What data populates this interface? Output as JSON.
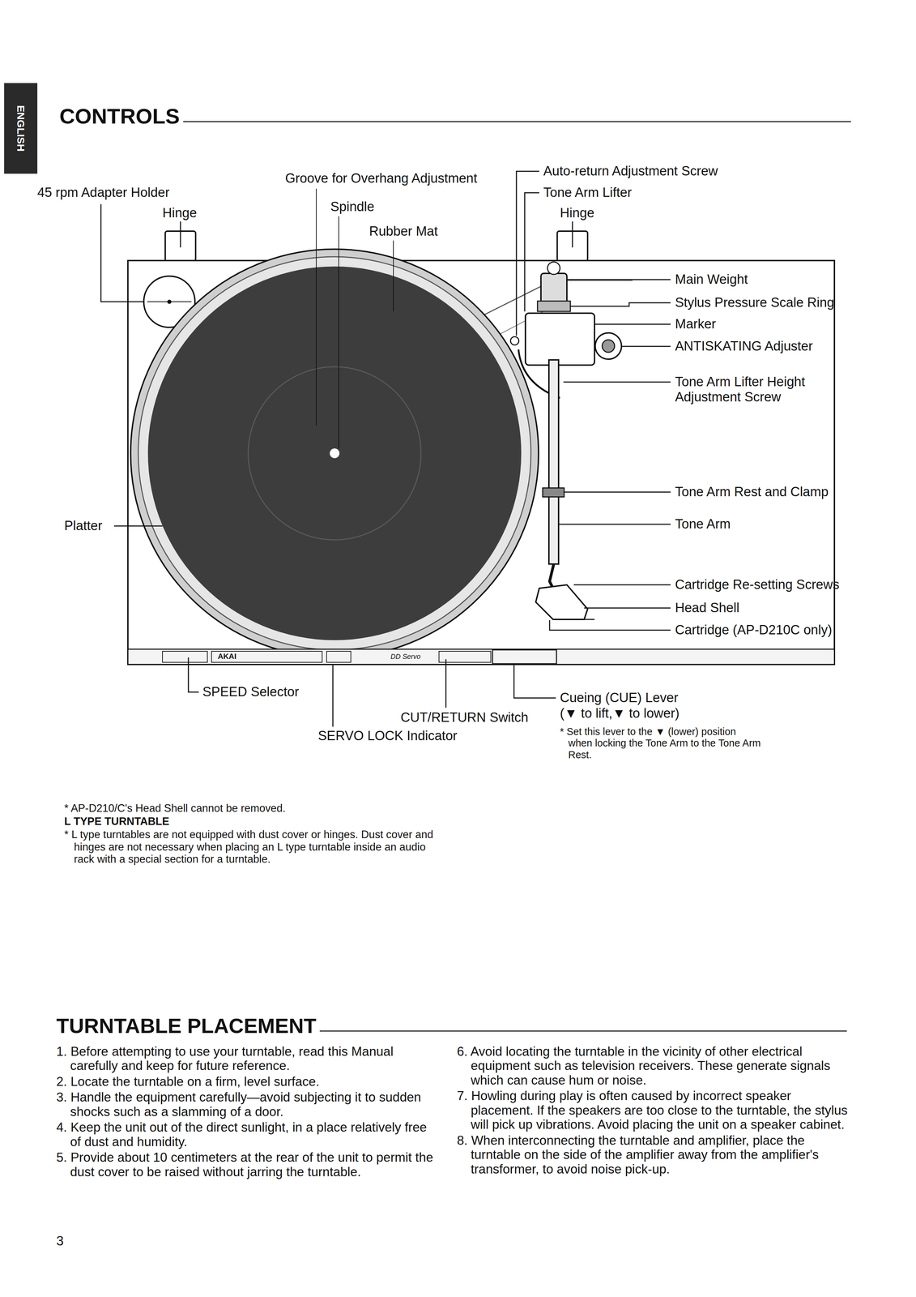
{
  "diagram": {
    "title": "CONTROLS",
    "labels": [
      "ENGLISH",
      "45 rpm Adapter Holder",
      "Hinge",
      "Groove for Overhang Adjustment",
      "Spindle",
      "Rubber Mat",
      "Auto-return Adjustment Screw",
      "Tone Arm Lifter",
      "Hinge",
      "Main Weight",
      "Stylus Pressure Scale Ring",
      "Marker",
      "ANTISKATING Adjuster",
      "Tone Arm Lifter Height Adjustment Screw",
      "Tone Arm Rest and Clamp",
      "Platter",
      "Tone Arm",
      "Cartridge Re-setting Screws",
      "Head Shell",
      "Cartridge (AP-D210C only)",
      "AKAI",
      "DD Servo",
      "SPEED Selector",
      "CUT/RETURN Switch",
      "SERVO LOCK Indicator",
      "Cueing (CUE) Lever",
      "(▼ to lift,▼ to lower)",
      "* Set this lever to the ▼ (lower) position when locking the Tone Arm to the Tone Arm Rest.",
      "* AP-D210/C's Head Shell cannot be removed.",
      "L TYPE TURNTABLE",
      "* L type turntables are not equipped with dust cover or hinges. Dust cover and hinges are not necessary when placing an L type turntable inside an audio rack with a special section for a turntable.",
      "TURNTABLE PLACEMENT",
      "1. Before attempting to use your turntable, read this Manual carefully and keep for future reference.",
      "2. Locate the turntable on a firm, level surface.",
      "3. Handle the equipment carefully—avoid subjecting it to sudden shocks such as a slamming of a door.",
      "4. Keep the unit out of the direct sunlight, in a place relatively free of dust and humidity.",
      "5. Provide about 10 centimeters at the rear of the unit to permit the dust cover to be raised without jarring the turntable.",
      "6. Avoid locating the turntable in the vicinity of other electrical equipment such as television receivers. These generate signals which can cause hum or noise.",
      "7. Howling during play is often caused by incorrect speaker placement. If the speakers are too close to the turntable, the stylus will pick up vibrations. Avoid placing the unit on a speaker cabinet.",
      "8. When interconnecting the turntable and amplifier, place the turntable on the side of the amplifier away from the amplifier's transformer, to avoid noise pick-up.",
      "3"
    ]
  }
}
